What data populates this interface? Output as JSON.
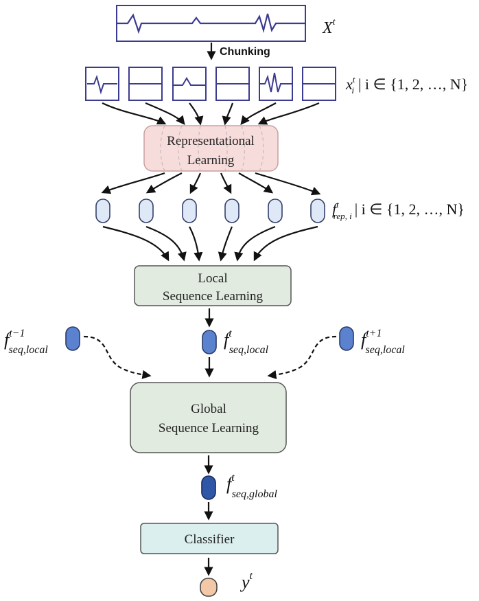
{
  "colors": {
    "signal": "#3b3b8f",
    "rep_box_fill": "#f7dcdc",
    "rep_box_stroke": "#c8a0a0",
    "seq_box_fill": "#e2ebe0",
    "seq_box_stroke": "#555555",
    "cls_box_fill": "#dcefef",
    "rep_token": "#dfe8f6",
    "local_token": "#5b82cf",
    "global_token": "#2e57a8",
    "output_token": "#f2c8a6"
  },
  "labels": {
    "chunking": "Chunking",
    "representational_learning": [
      "Representational",
      "Learning"
    ],
    "local_sequence_learning": [
      "Local",
      "Sequence Learning"
    ],
    "global_sequence_learning": [
      "Global",
      "Sequence Learning"
    ],
    "classifier": "Classifier"
  },
  "math": {
    "input_signal": "X^t",
    "chunks": "x_i^t | i ∈ {1, 2, …, N}",
    "rep_features": "f_rep,i^t | i ∈ {1, 2, …, N}",
    "local_prev": "f_seq,local^(t−1)",
    "local_curr": "f_seq,local^t",
    "local_next": "f_seq,local^(t+1)",
    "global": "f_seq,global^t",
    "output": "y^t"
  },
  "math_parts": {
    "X": "X",
    "t": "t",
    "x": "x",
    "i": "i",
    "set_expr": "| i ∈ {1, 2, …, N}",
    "f": "f",
    "rep_sub": "rep, i",
    "local_sub": "seq,local",
    "global_sub": "seq,global",
    "t_minus": "t−1",
    "t_plus": "t+1",
    "y": "y"
  },
  "chunk_signals": [
    "spike",
    "flat",
    "small-spike",
    "flat",
    "double-spike",
    "flat"
  ]
}
